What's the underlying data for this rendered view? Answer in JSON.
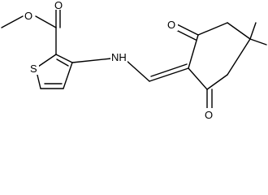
{
  "molecule": {
    "atoms": [
      {
        "id": "o_methoxy",
        "label": "O"
      },
      {
        "id": "o_carbonyl_ester",
        "label": "O"
      },
      {
        "id": "s_thiophene",
        "label": "S"
      },
      {
        "id": "nh",
        "label": "NH"
      },
      {
        "id": "o_ketone_top",
        "label": "O"
      },
      {
        "id": "o_ketone_bottom",
        "label": "O"
      }
    ]
  }
}
